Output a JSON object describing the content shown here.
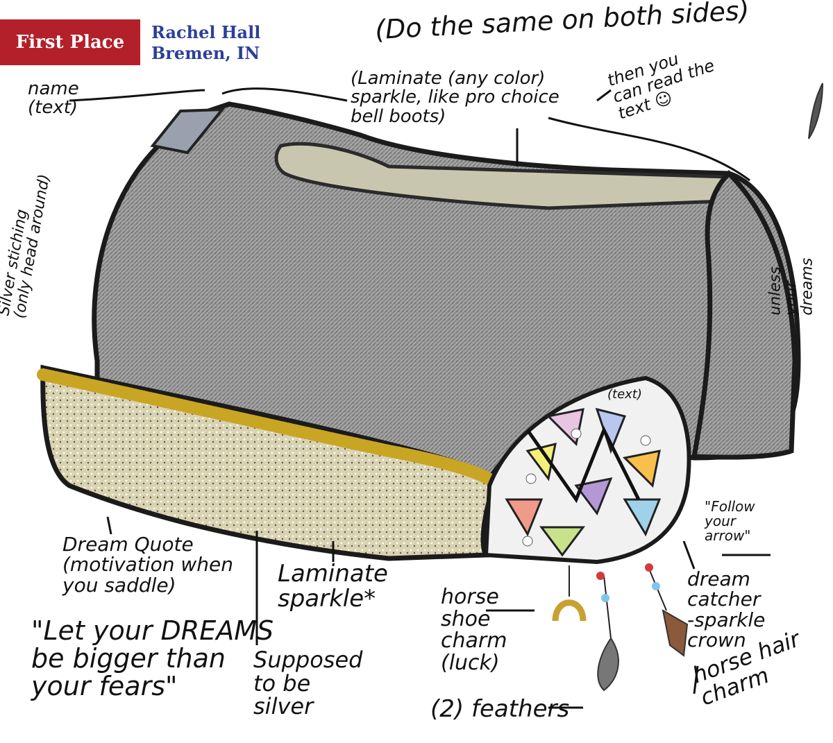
{
  "badge": {
    "label": "First Place"
  },
  "author": {
    "name": "Rachel Hall",
    "location": "Bremen, IN"
  },
  "notes": {
    "top": "(Do the same on both sides)",
    "then_read": "then you\ncan read the\ntext ☺",
    "name_text": "name\n(text)",
    "laminate_top": "(Laminate (any color)\nsparkle, like pro choice\nbell boots)",
    "silver_stitching": "Silver stiching\n(only head around)",
    "unless_dreams": "unless your dreams",
    "text_tag": "(text)",
    "follow_arrow": "\"Follow\nyour\narrow\"",
    "dream_catcher": "dream\ncatcher\n-sparkle\ncrown",
    "dream_quote": "Dream Quote\n(motivation when\nyou saddle)",
    "quote": "\"Let your DREAMS\nbe bigger than\nyour fears\"",
    "laminate_sparkle": "Laminate\nsparkle*",
    "supposed_silver": "Supposed\nto be\nsilver",
    "horse_shoe": "horse\nshoe\ncharm\n(luck)",
    "feathers": "(2) feathers",
    "horse_hair": "horse hair\ncharm"
  },
  "colors": {
    "badge": "#b3202a",
    "author": "#2c3f98",
    "felt": "#8e8e8e",
    "trim": "#c9a524"
  }
}
